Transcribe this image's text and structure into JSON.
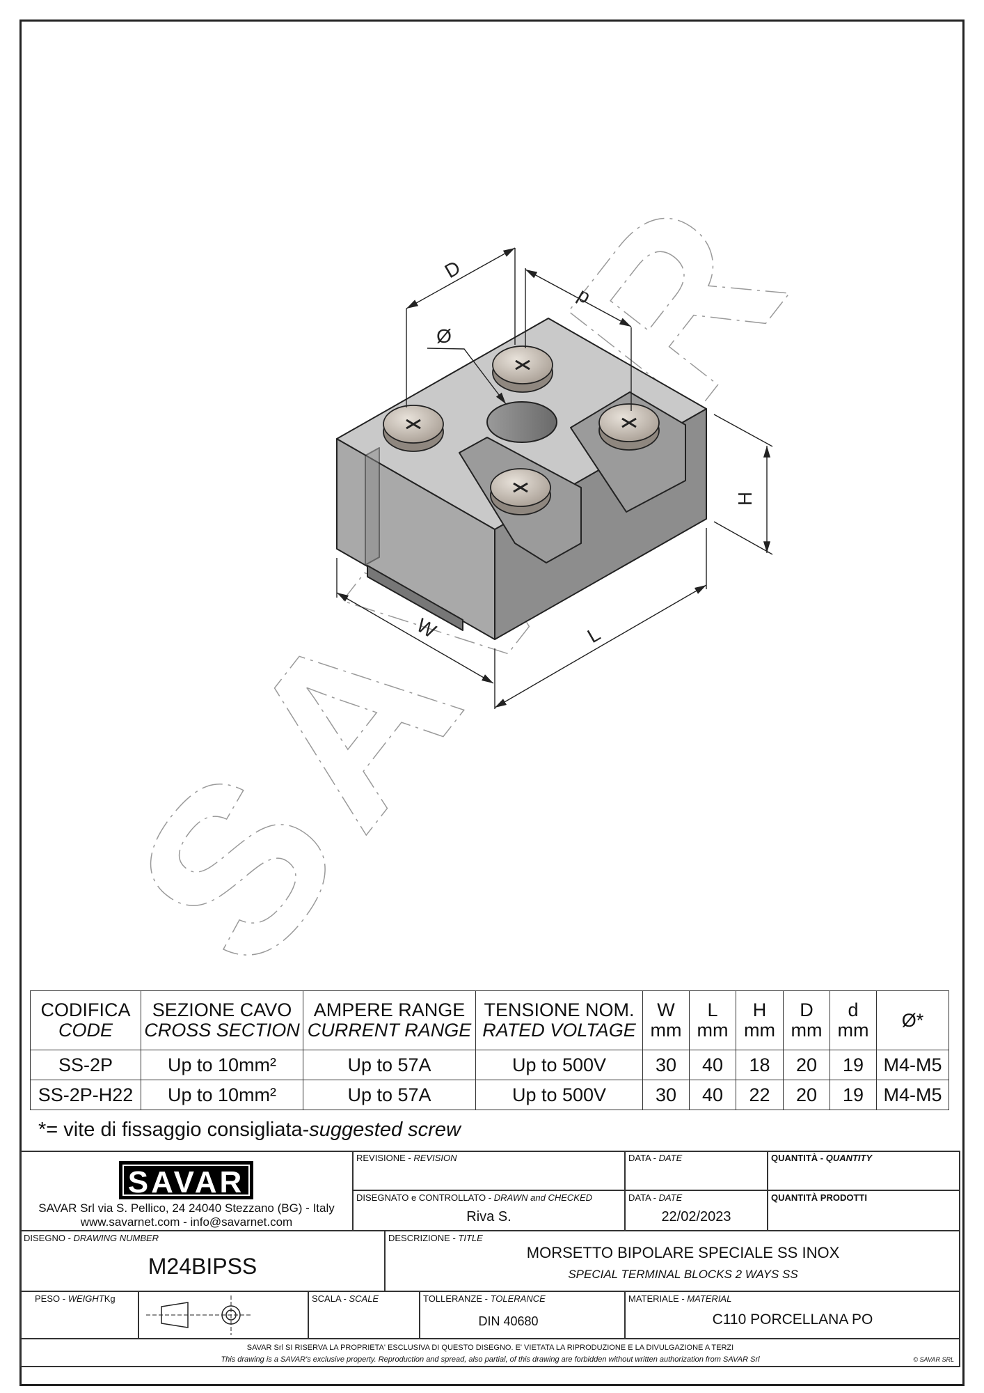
{
  "drawing": {
    "dimension_labels": {
      "D": "D",
      "d": "d",
      "diameter": "Ø",
      "H": "H",
      "W": "W",
      "L": "L"
    },
    "watermark": "SAVAR"
  },
  "spec_table": {
    "headers": [
      {
        "it": "CODIFICA",
        "en": "CODE"
      },
      {
        "it": "SEZIONE CAVO",
        "en": "CROSS SECTION"
      },
      {
        "it": "AMPERE RANGE",
        "en": "CURRENT RANGE"
      },
      {
        "it": "TENSIONE NOM.",
        "en": "RATED VOLTAGE"
      },
      {
        "it": "W",
        "en": "mm"
      },
      {
        "it": "L",
        "en": "mm"
      },
      {
        "it": "H",
        "en": "mm"
      },
      {
        "it": "D",
        "en": "mm"
      },
      {
        "it": "d",
        "en": "mm"
      },
      {
        "it": "Ø*",
        "en": ""
      }
    ],
    "rows": [
      [
        "SS-2P",
        "Up to 10mm²",
        "Up to 57A",
        "Up to 500V",
        "30",
        "40",
        "18",
        "20",
        "19",
        "M4-M5"
      ],
      [
        "SS-2P-H22",
        "Up to 10mm²",
        "Up to 57A",
        "Up to 500V",
        "30",
        "40",
        "22",
        "20",
        "19",
        "M4-M5"
      ]
    ],
    "footnote_it": "*= vite di fissaggio consigliata-",
    "footnote_en": "suggested screw"
  },
  "title_block": {
    "logo": "SAVAR",
    "address": "SAVAR Srl via S. Pellico, 24  24040 Stezzano (BG) - Italy",
    "contacts": "www.savarnet.com  -  info@savarnet.com",
    "revision_label": "REVISIONE - ",
    "revision_label_en": "REVISION",
    "date_label": "DATA - ",
    "date_label_en": "DATE",
    "quantity_label": "QUANTITÀ - ",
    "quantity_label_en": "QUANTITY",
    "drawn_label": "DISEGNATO e CONTROLLATO - ",
    "drawn_label_en": "DRAWN and CHECKED",
    "drawn_by": "Riva S.",
    "date": "22/02/2023",
    "products_label": "QUANTITÀ  PRODOTTI",
    "drawing_number_label": "DISEGNO - ",
    "drawing_number_label_en": "DRAWING NUMBER",
    "drawing_number": "M24BIPSS",
    "title_label": "DESCRIZIONE - ",
    "title_label_en": "TITLE",
    "title_it": "MORSETTO BIPOLARE SPECIALE SS INOX",
    "title_en": "SPECIAL TERMINAL BLOCKS 2 WAYS SS",
    "weight_label": "PESO - ",
    "weight_label_en": "WEIGHT",
    "weight_unit": "Kg",
    "scale_label": "SCALA - ",
    "scale_label_en": "SCALE",
    "tolerance_label": "TOLLERANZE - ",
    "tolerance_label_en": "TOLERANCE",
    "tolerance": "DIN 40680",
    "material_label": "MATERIALE - ",
    "material_label_en": "MATERIAL",
    "material": "C110 PORCELLANA PO",
    "notice_it": "SAVAR Srl SI RISERVA LA PROPRIETA' ESCLUSIVA DI QUESTO DISEGNO. E' VIETATA LA RIPRODUZIONE E LA DIVULGAZIONE A TERZI",
    "notice_en": "This drawing is a SAVAR's exclusive property. Reproduction and spread, also partial, of this drawing are forbidden without written authorization from SAVAR Srl",
    "copyright": "© SAVAR SRL"
  }
}
